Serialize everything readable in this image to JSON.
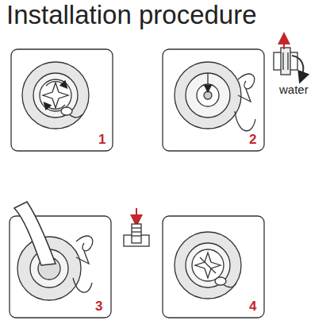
{
  "diagram": {
    "title": "Installation procedure",
    "labels": [
      "1",
      "2",
      "water",
      "3",
      "4"
    ]
  }
}
